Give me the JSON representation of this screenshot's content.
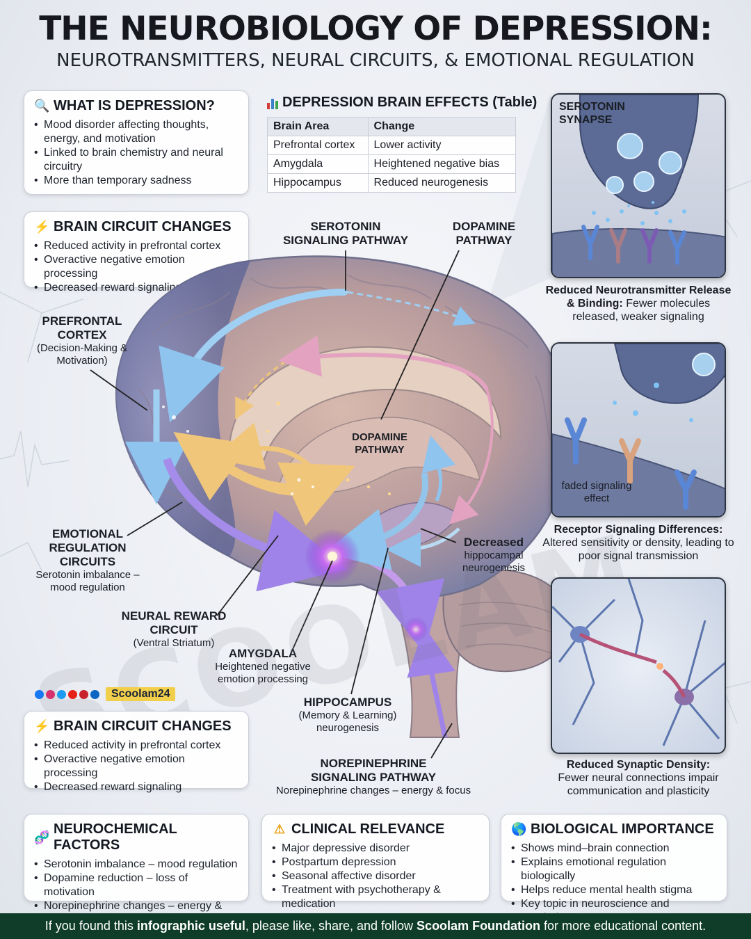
{
  "header": {
    "title": "THE NEUROBIOLOGY OF DEPRESSION:",
    "subtitle": "NEUROTRANSMITTERS, NEURAL CIRCUITS, & EMOTIONAL REGULATION"
  },
  "what_is": {
    "title": "WHAT IS DEPRESSION?",
    "icon": "magnifier-icon",
    "items": [
      "Mood disorder affecting thoughts, energy, and motivation",
      "Linked to brain chemistry and neural circuitry",
      "More than temporary sadness"
    ]
  },
  "effects_table": {
    "title": "DEPRESSION BRAIN EFFECTS (Table)",
    "icon": "bar-chart-icon",
    "headers": [
      "Brain Area",
      "Change"
    ],
    "rows": [
      [
        "Prefrontal cortex",
        "Lower activity"
      ],
      [
        "Amygdala",
        "Heightened negative bias"
      ],
      [
        "Hippocampus",
        "Reduced neurogenesis"
      ]
    ]
  },
  "circuit_top": {
    "title": "BRAIN CIRCUIT CHANGES",
    "icon": "lightning-icon",
    "items": [
      "Reduced activity in prefrontal cortex",
      "Overactive negative emotion processing",
      "Decreased reward signaling"
    ]
  },
  "circuit_bottom": {
    "title": "BRAIN CIRCUIT CHANGES",
    "icon": "lightning-icon",
    "items": [
      "Reduced activity in prefrontal cortex",
      "Overactive negative emotion processing",
      "Decreased reward signaling"
    ]
  },
  "panels": {
    "synapse_label": "SEROTONIN SYNAPSE",
    "synapse_cap_bold": "Reduced Neurotransmitter Release & Binding:",
    "synapse_cap_rest": "Fewer molecules released, weaker signaling",
    "receptor_inner": "faded signaling effect",
    "receptor_cap_bold": "Receptor Signaling Differences:",
    "receptor_cap_rest": "Altered sensitivity or density, leading to poor signal transmission",
    "density_cap_bold": "Reduced Synaptic Density:",
    "density_cap_rest": "Fewer neural connections impair communication and plasticity"
  },
  "labels": {
    "serotonin_path": "SEROTONIN SIGNALING PATHWAY",
    "dopamine_path_top": "DOPAMINE PATHWAY",
    "dopamine_path_inner": "DOPAMINE PATHWAY",
    "prefrontal_h": "PREFRONTAL CORTEX",
    "prefrontal_sub": "(Decision-Making & Motivation)",
    "emotional_h": "EMOTIONAL REGULATION CIRCUITS",
    "emotional_sub": "Serotonin imbalance – mood regulation",
    "reward_h": "NEURAL REWARD CIRCUIT",
    "reward_sub": "(Ventral Striatum)",
    "amygdala_h": "AMYGDALA",
    "amygdala_sub": "Heightened negative emotion processing",
    "hippocampus_h": "HIPPOCAMPUS",
    "hippocampus_sub": "(Memory & Learning) neurogenesis",
    "decreased_h": "Decreased",
    "decreased_sub": "hippocampal neurogenesis",
    "norepi_h": "NOREPINEPHRINE SIGNALING PATHWAY",
    "norepi_sub": "Norepinephrine changes – energy & focus"
  },
  "social": {
    "handle": "Scoolam24",
    "watermark": "SCOOLAM"
  },
  "neurochemical": {
    "title": "NEUROCHEMICAL FACTORS",
    "icon": "dna-icon",
    "items": [
      "Serotonin imbalance – mood regulation",
      "Dopamine reduction – loss of motivation",
      "Norepinephrine changes – energy & focus"
    ]
  },
  "clinical": {
    "title": "CLINICAL RELEVANCE",
    "icon": "warning-icon",
    "items": [
      "Major depressive disorder",
      "Postpartum depression",
      "Seasonal affective disorder",
      "Treatment with psychotherapy & medication"
    ]
  },
  "biological": {
    "title": "BIOLOGICAL IMPORTANCE",
    "icon": "globe-icon",
    "items": [
      "Shows mind–brain connection",
      "Explains emotional regulation biologically",
      "Helps reduce mental health stigma",
      "Key topic in neuroscience and psychology"
    ]
  },
  "footer": {
    "pre": "If you found this ",
    "bold1": "infographic useful",
    "mid": ", please like, share, and follow ",
    "bold2": "Scoolam Foundation",
    "post": " for more educational content."
  }
}
